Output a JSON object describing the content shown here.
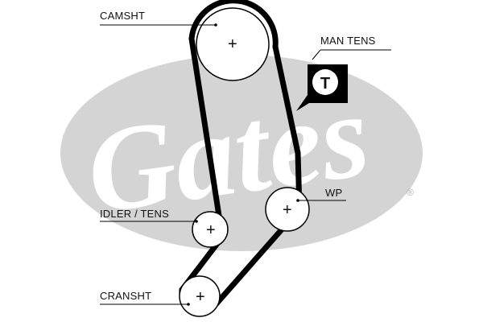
{
  "brand": {
    "logo_text": "Gates",
    "registered_mark": "®",
    "logo_color": "#d4d4d4"
  },
  "diagram": {
    "belt_color": "#000000",
    "labels": {
      "camshaft": "CAMSHT",
      "manual_tensioner": "MAN TENS",
      "water_pump": "WP",
      "idler_tensioner": "IDLER / TENS",
      "crankshaft": "CRANSHT"
    },
    "tensioner_badge": "T",
    "pulley_center_mark": "+"
  }
}
